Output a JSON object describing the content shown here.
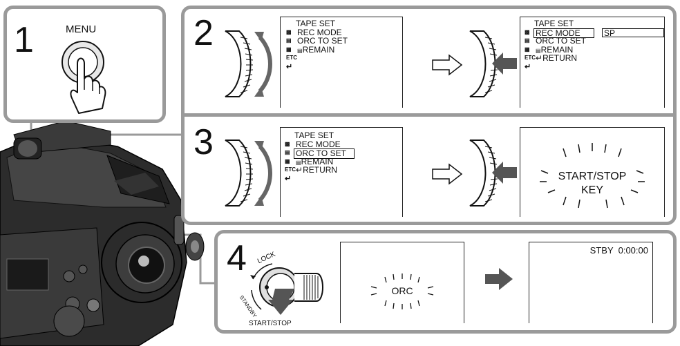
{
  "step1": {
    "number": "1",
    "button_label": "MENU"
  },
  "step2": {
    "number": "2",
    "menu_title": "TAPE SET",
    "menu_items": [
      "REC MODE",
      "ORC TO SET",
      "REMAIN"
    ],
    "etc_label": "ETC",
    "menu_items_after": [
      "REC MODE",
      "ORC TO SET",
      "REMAIN",
      "RETURN"
    ],
    "value": "SP"
  },
  "step3": {
    "number": "3",
    "menu_title": "TAPE SET",
    "menu_items": [
      "REC MODE",
      "ORC TO SET",
      "REMAIN",
      "RETURN"
    ],
    "etc_label": "ETC",
    "message_line1": "START/STOP",
    "message_line2": "KEY"
  },
  "step4": {
    "number": "4",
    "lock_label": "LOCK",
    "standby_label": "STANDBY",
    "button_label": "START/STOP",
    "orc_label": "ORC",
    "status_text": "STBY  0:00:00"
  },
  "colors": {
    "frame": "#9a9a9a",
    "arrow": "#555555",
    "ink": "#111111"
  },
  "icons": [
    "hand-press-icon",
    "control-dial-icon",
    "rotate-arrow-icon",
    "outline-arrow-icon",
    "push-arrow-icon",
    "camcorder-illustration"
  ]
}
